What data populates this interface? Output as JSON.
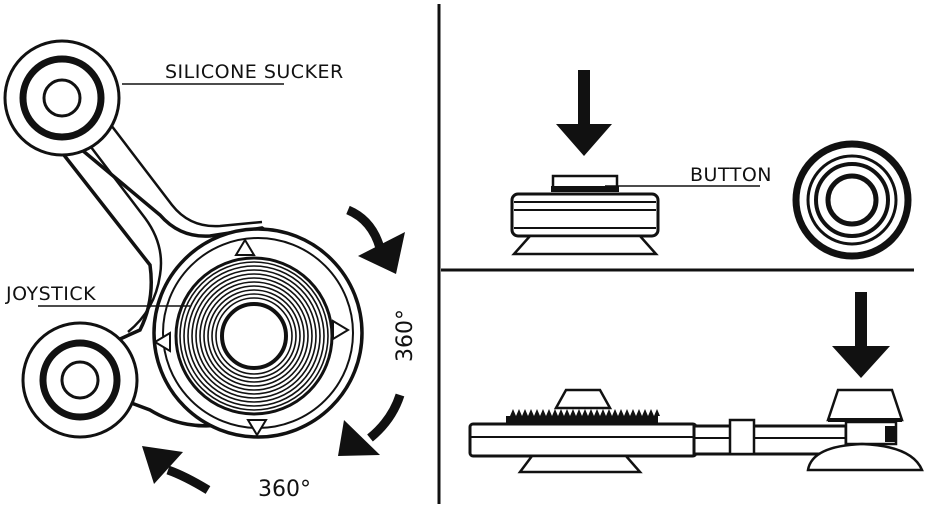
{
  "labels": {
    "sucker": "SILICONE SUCKER",
    "button": "BUTTON",
    "joystick": "JOYSTICK"
  },
  "rotation": {
    "right": "360°",
    "bottom": "360°"
  },
  "colors": {
    "ink": "#111111",
    "background": "#ffffff"
  }
}
